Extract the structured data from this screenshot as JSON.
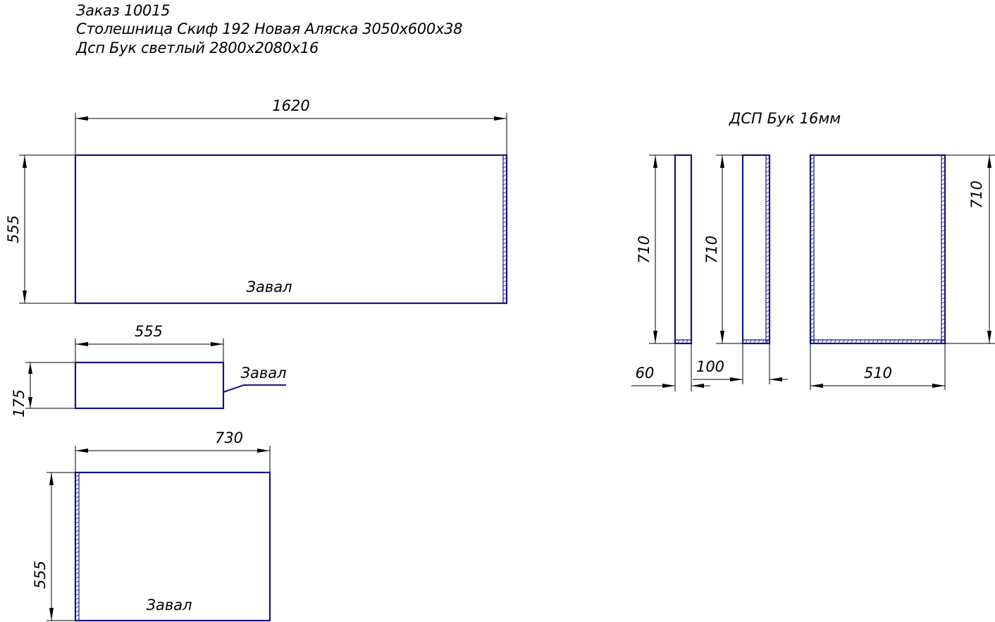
{
  "header": {
    "line1": "Заказ 10015",
    "line2": "Столешница Скиф 192 Новая Аляска 3050х600х38",
    "line3": "Дсп Бук светлый 2800х2080х16"
  },
  "section_title": "ДСП Бук 16мм",
  "parts": {
    "top_panel": {
      "width": "1620",
      "height": "555",
      "note": "Завал"
    },
    "small_panel": {
      "width": "555",
      "height": "175",
      "note": "Завал"
    },
    "side_panel": {
      "width": "730",
      "height": "555",
      "note": "Завал"
    },
    "strip_a": {
      "width": "60",
      "height": "710"
    },
    "strip_b": {
      "width": "100",
      "height": "710"
    },
    "back_panel": {
      "width": "510",
      "height": "710"
    }
  },
  "colors": {
    "outline": "#141480",
    "dimension": "#000000"
  }
}
